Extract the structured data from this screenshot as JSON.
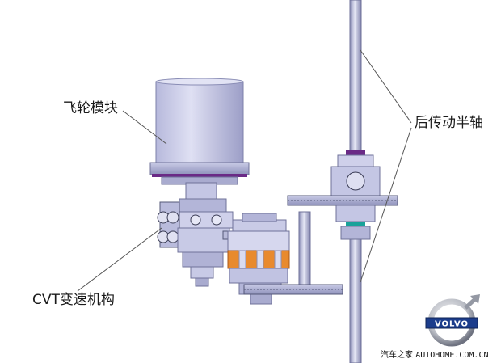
{
  "labels": {
    "flywheel": "飞轮模块",
    "rear_half_shaft": "后传动半轴",
    "cvt": "CVT变速机构"
  },
  "watermark": {
    "brand": "汽车之家",
    "site": "AUTOHOME.COM.CN"
  },
  "logo": {
    "text": "VOLVO",
    "icon": "volvo-logo-icon",
    "color": "#1c3d8c"
  },
  "colors": {
    "part_light": "#d4d5ec",
    "part_mid": "#a9abcf",
    "part_dark": "#6e7097",
    "orange": "#e88a2e",
    "purple_ring": "#6a2a86",
    "teal_ring": "#1aa29a",
    "leader_line": "#555555"
  }
}
